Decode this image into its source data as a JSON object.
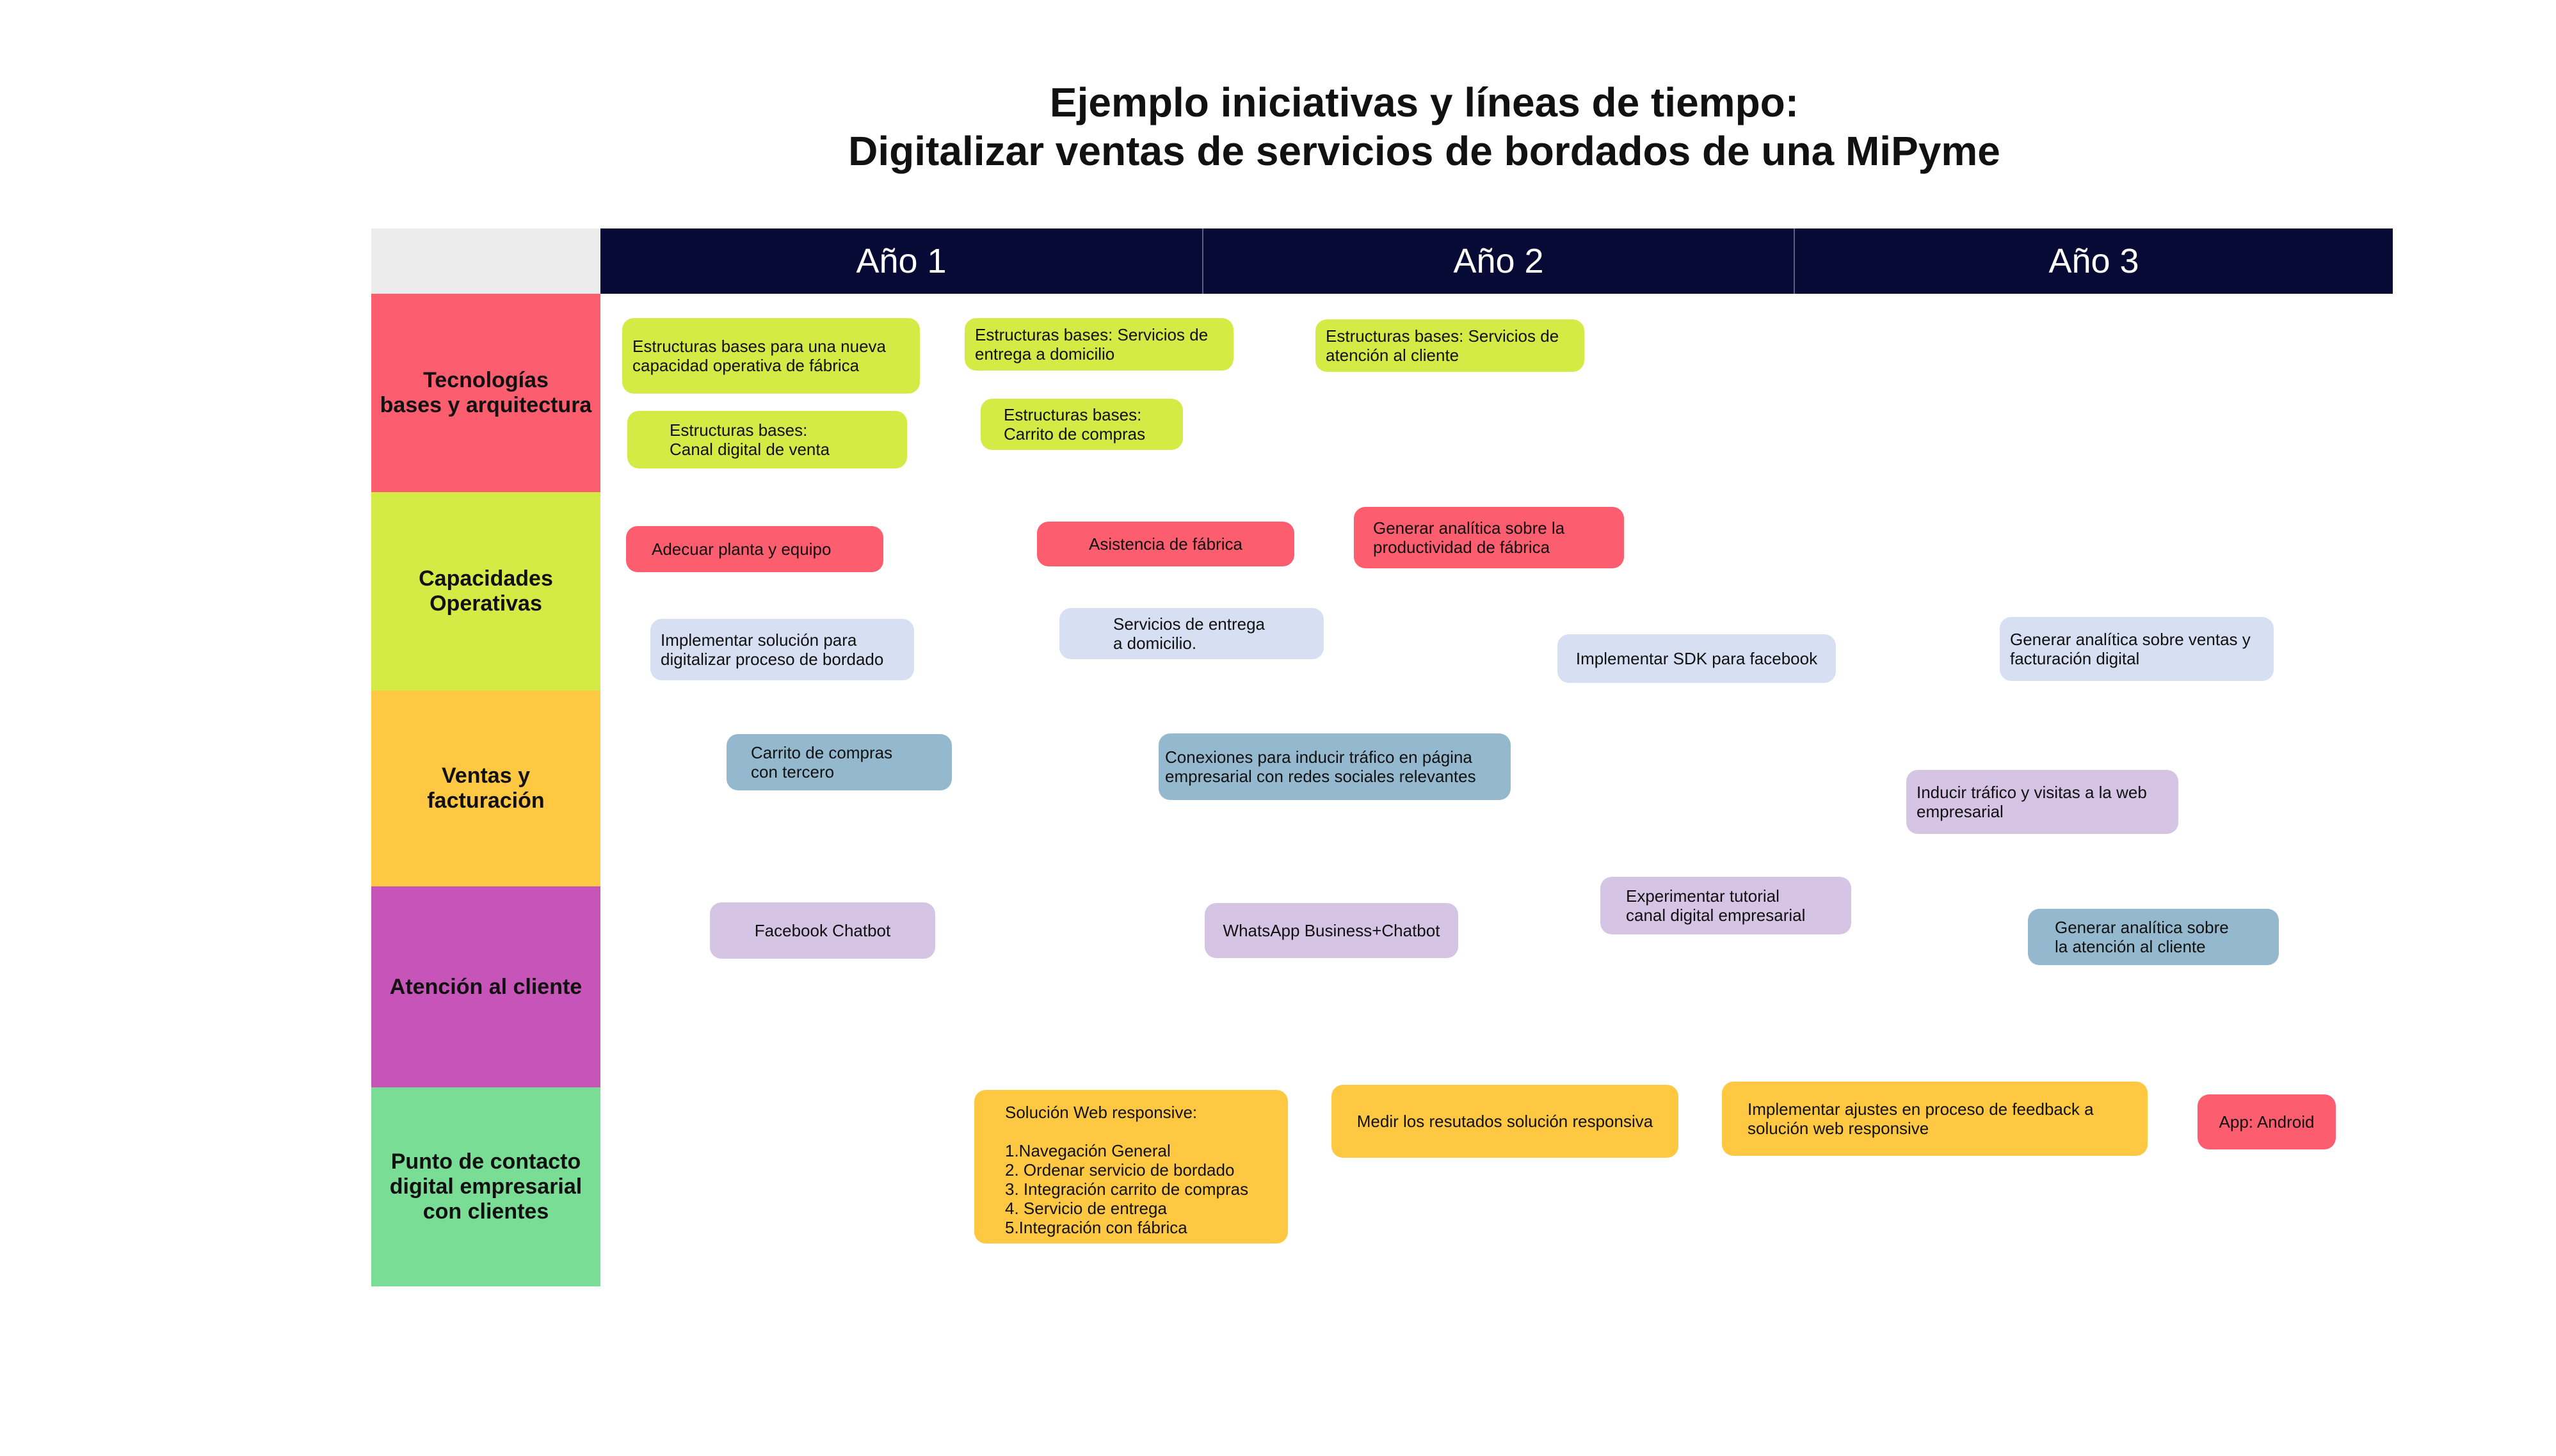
{
  "title": {
    "line1": "Ejemplo iniciativas y líneas de tiempo:",
    "line2": "Digitalizar ventas de servicios de bordados de una MiPyme"
  },
  "years": [
    "Año 1",
    "Año 2",
    "Año 3"
  ],
  "rows": [
    {
      "label": "Tecnologías\nbases y arquitectura",
      "color": "#fd5e6f"
    },
    {
      "label": "Capacidades\nOperativas",
      "color": "#d4ea45"
    },
    {
      "label": "Ventas y\nfacturación",
      "color": "#fec843"
    },
    {
      "label": "Atención al cliente",
      "color": "#c754b8"
    },
    {
      "label": "Punto de contacto\ndigital empresarial\ncon clientes",
      "color": "#79dd96"
    }
  ],
  "colors": {
    "lime": "#d4ea45",
    "red": "#fd5e6f",
    "lightblue": "#d6e0f2",
    "steelblue": "#94b9ce",
    "lavender": "#d6c4e4",
    "yellow": "#fec843",
    "header": "#070a35"
  },
  "cards": [
    {
      "text": "Estructuras bases para una nueva\ncapacidad operativa de fábrica",
      "color": "lime"
    },
    {
      "text": "Estructuras bases: Servicios de\nentrega a domicilio",
      "color": "lime"
    },
    {
      "text": "Estructuras bases: Servicios de\natención al cliente",
      "color": "lime"
    },
    {
      "text": "Estructuras bases:\nCanal digital de venta",
      "color": "lime"
    },
    {
      "text": "Estructuras bases:\nCarrito de compras",
      "color": "lime"
    },
    {
      "text": "Adecuar planta y equipo",
      "color": "red"
    },
    {
      "text": "Asistencia de fábrica",
      "color": "red"
    },
    {
      "text": "Generar analítica sobre la\nproductividad de fábrica",
      "color": "red"
    },
    {
      "text": "Implementar solución para\ndigitalizar proceso de bordado",
      "color": "lightblue"
    },
    {
      "text": "Servicios de entrega\na domicilio.",
      "color": "lightblue"
    },
    {
      "text": "Implementar SDK para facebook",
      "color": "lightblue"
    },
    {
      "text": "Generar analítica sobre ventas y\nfacturación digital",
      "color": "lightblue"
    },
    {
      "text": "Carrito de compras\ncon tercero",
      "color": "steelblue"
    },
    {
      "text": "Conexiones para inducir tráfico en página\nempresarial con redes sociales relevantes",
      "color": "steelblue"
    },
    {
      "text": "Inducir tráfico y visitas a la web\nempresarial",
      "color": "lavender"
    },
    {
      "text": "Facebook Chatbot",
      "color": "lavender"
    },
    {
      "text": "WhatsApp Business+Chatbot",
      "color": "lavender"
    },
    {
      "text": "Experimentar tutorial\ncanal digital empresarial",
      "color": "lavender"
    },
    {
      "text": "Generar analítica sobre\nla atención al cliente",
      "color": "steelblue"
    },
    {
      "text": "Solución Web responsive:\n\n1.Navegación General\n2. Ordenar servicio de bordado\n3. Integración carrito de compras\n4. Servicio de entrega\n5.Integración con fábrica",
      "color": "yellow"
    },
    {
      "text": "Medir los resutados solución responsiva",
      "color": "yellow"
    },
    {
      "text": "Implementar ajustes en proceso de feedback a\nsolución web responsive",
      "color": "yellow"
    },
    {
      "text": "App: Android",
      "color": "red"
    }
  ]
}
